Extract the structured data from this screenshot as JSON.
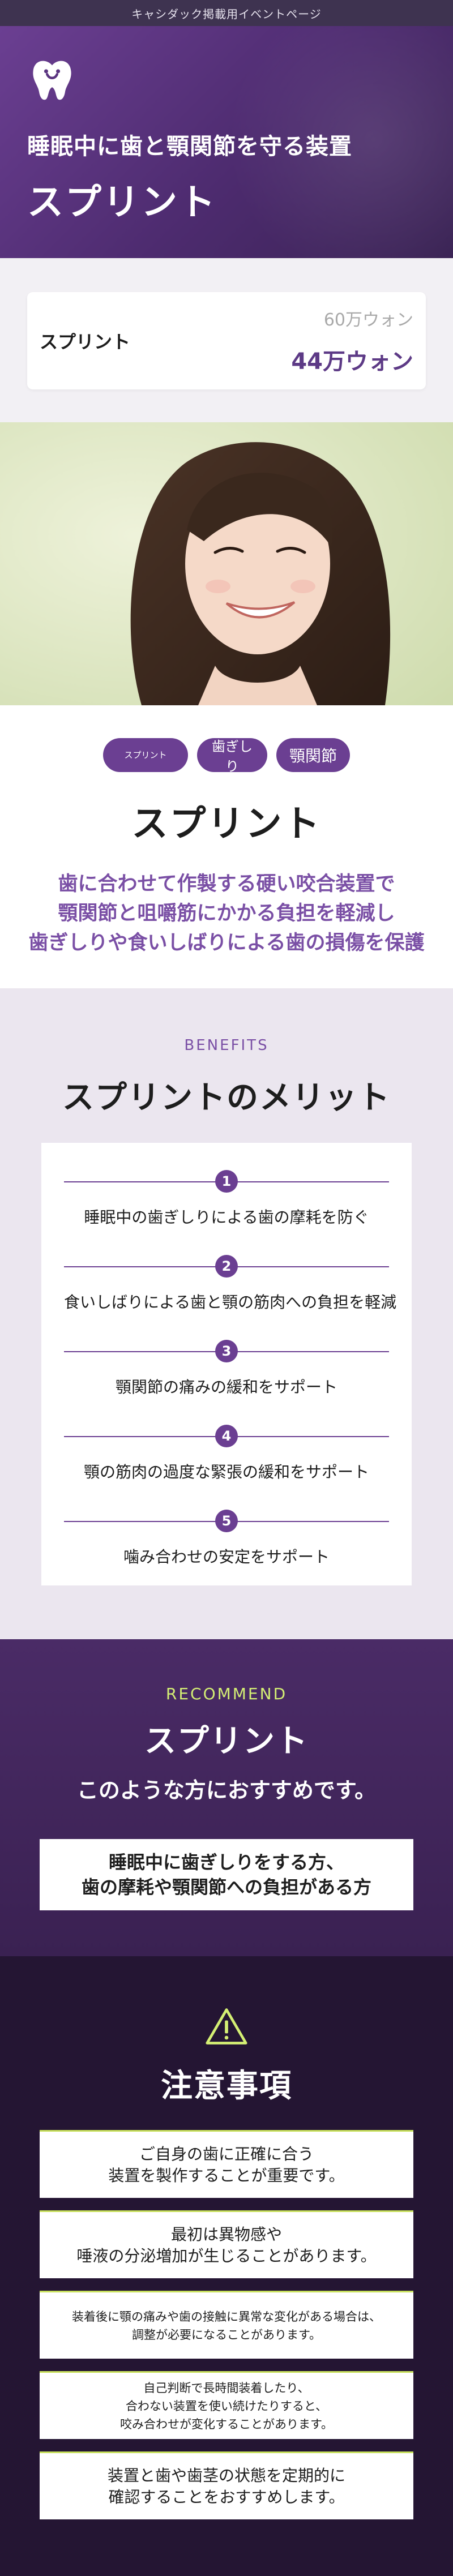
{
  "topbar": {
    "label": "キャシダック掲載用イベントページ"
  },
  "hero": {
    "subtitle": "睡眠中に歯と顎関節を守る装置",
    "title": "スプリント"
  },
  "price": {
    "name": "スプリント",
    "original": "60万ウォン",
    "sale": "44万ウォン"
  },
  "intro": {
    "tags": [
      "スプリント",
      "歯ぎしり",
      "顎関節"
    ],
    "title": "スプリント",
    "desc": [
      "歯に合わせて作製する硬い咬合装置で",
      "顎関節と咀嚼筋にかかる負担を軽減し",
      "歯ぎしりや食いしばりによる歯の損傷を保護"
    ]
  },
  "benefits": {
    "label": "BENEFITS",
    "title": "スプリントのメリット",
    "items": [
      {
        "num": "1",
        "text": "睡眠中の歯ぎしりによる歯の摩耗を防ぐ"
      },
      {
        "num": "2",
        "text": "食いしばりによる歯と顎の筋肉への負担を軽減"
      },
      {
        "num": "3",
        "text": "顎関節の痛みの緩和をサポート"
      },
      {
        "num": "4",
        "text": "顎の筋肉の過度な緊張の緩和をサポート"
      },
      {
        "num": "5",
        "text": "噛み合わせの安定をサポート"
      }
    ]
  },
  "recommend": {
    "label": "RECOMMEND",
    "title": "スプリント",
    "subtitle": "このような方におすすめです。",
    "box": [
      "睡眠中に歯ぎしりをする方、",
      "歯の摩耗や顎関節への負担がある方"
    ]
  },
  "caution": {
    "title": "注意事項",
    "items": [
      [
        "ご自身の歯に正確に合う",
        "装置を製作することが重要です。"
      ],
      [
        "最初は異物感や",
        "唾液の分泌増加が生じることがあります。"
      ],
      [
        "装着後に顎の痛みや歯の接触に異常な変化がある場合は、",
        "調整が必要になることがあります。"
      ],
      [
        "自己判断で長時間装着したり、",
        "合わない装置を使い続けたりすると、",
        "咬み合わせが変化することがあります。"
      ],
      [
        "装置と歯や歯茎の状態を定期的に",
        "確認することをおすすめします。"
      ]
    ]
  },
  "colors": {
    "brand_purple": "#6b3f92",
    "dark_purple": "#3a2152",
    "accent_green": "#c7e05c"
  }
}
